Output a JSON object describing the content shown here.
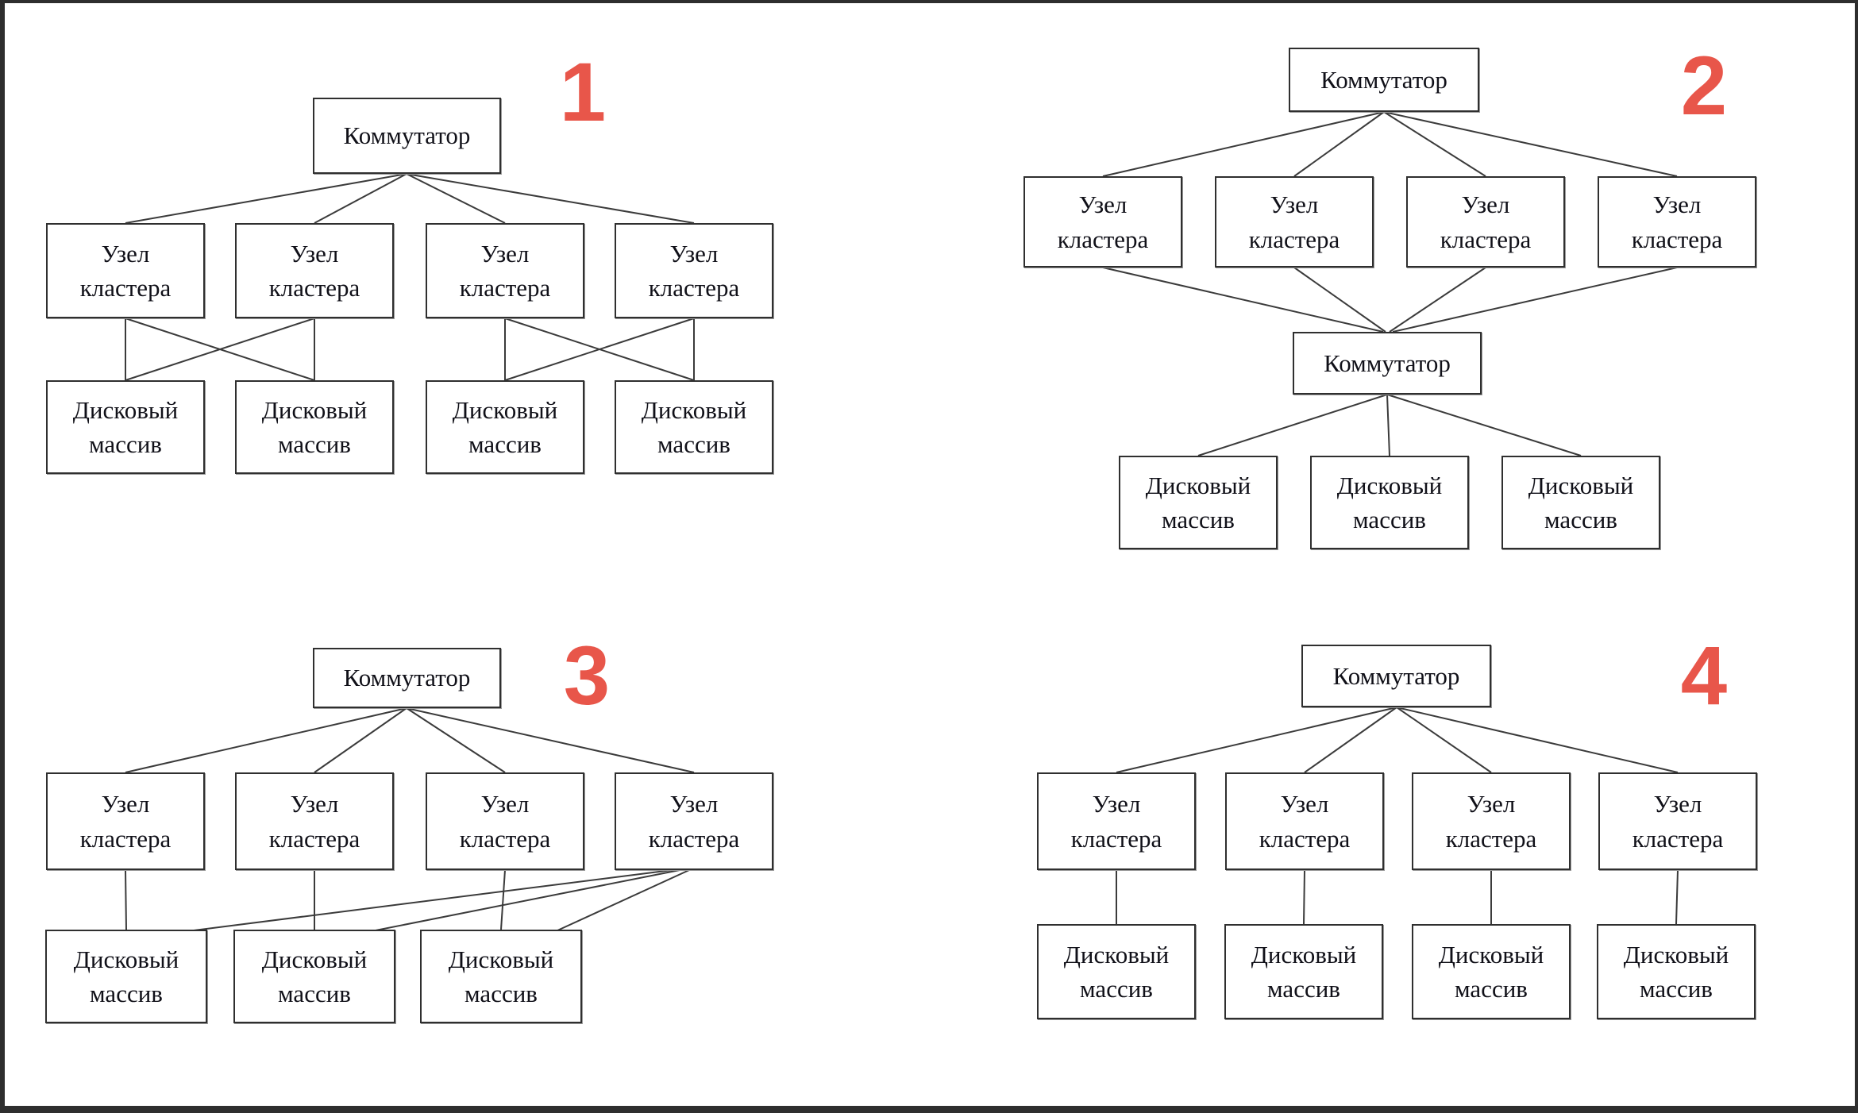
{
  "page": {
    "background": "#ffffff",
    "frame_color": "#2e2e2e"
  },
  "styles": {
    "accent_red": "#e8564a",
    "box_border": "#2f2f2f",
    "line_color": "#3b3b3b",
    "text_color": "#101018"
  },
  "labels": {
    "switch": "Коммутатор",
    "cluster_node": "Узел\nкластера",
    "disk_array": "Дисковый\nмассив"
  },
  "diagrams": [
    {
      "number": "1",
      "switches": [
        {
          "id": "sw",
          "label": "Коммутатор"
        }
      ],
      "nodes": [
        {
          "id": "n1",
          "label": "Узел\nкластера"
        },
        {
          "id": "n2",
          "label": "Узел\nкластера"
        },
        {
          "id": "n3",
          "label": "Узел\nкластера"
        },
        {
          "id": "n4",
          "label": "Узел\nкластера"
        }
      ],
      "disks": [
        {
          "id": "a1",
          "label": "Дисковый\nмассив"
        },
        {
          "id": "a2",
          "label": "Дисковый\nмассив"
        },
        {
          "id": "a3",
          "label": "Дисковый\nмассив"
        },
        {
          "id": "a4",
          "label": "Дисковый\nмассив"
        }
      ],
      "edges": [
        [
          "sw",
          "n1"
        ],
        [
          "sw",
          "n2"
        ],
        [
          "sw",
          "n3"
        ],
        [
          "sw",
          "n4"
        ],
        [
          "n1",
          "a1"
        ],
        [
          "n1",
          "a2"
        ],
        [
          "n2",
          "a2"
        ],
        [
          "n2",
          "a1"
        ],
        [
          "n3",
          "a3"
        ],
        [
          "n3",
          "a4"
        ],
        [
          "n4",
          "a4"
        ],
        [
          "n4",
          "a3"
        ]
      ]
    },
    {
      "number": "2",
      "switches": [
        {
          "id": "sw1",
          "label": "Коммутатор"
        },
        {
          "id": "sw2",
          "label": "Коммутатор"
        }
      ],
      "nodes": [
        {
          "id": "n1",
          "label": "Узел\nкластера"
        },
        {
          "id": "n2",
          "label": "Узел\nкластера"
        },
        {
          "id": "n3",
          "label": "Узел\nкластера"
        },
        {
          "id": "n4",
          "label": "Узел\nкластера"
        }
      ],
      "disks": [
        {
          "id": "a1",
          "label": "Дисковый\nмассив"
        },
        {
          "id": "a2",
          "label": "Дисковый\nмассив"
        },
        {
          "id": "a3",
          "label": "Дисковый\nмассив"
        }
      ],
      "edges": [
        [
          "sw1",
          "n1"
        ],
        [
          "sw1",
          "n2"
        ],
        [
          "sw1",
          "n3"
        ],
        [
          "sw1",
          "n4"
        ],
        [
          "n1",
          "sw2"
        ],
        [
          "n2",
          "sw2"
        ],
        [
          "n3",
          "sw2"
        ],
        [
          "n4",
          "sw2"
        ],
        [
          "sw2",
          "a1"
        ],
        [
          "sw2",
          "a2"
        ],
        [
          "sw2",
          "a3"
        ]
      ]
    },
    {
      "number": "3",
      "switches": [
        {
          "id": "sw",
          "label": "Коммутатор"
        }
      ],
      "nodes": [
        {
          "id": "n1",
          "label": "Узел\nкластера"
        },
        {
          "id": "n2",
          "label": "Узел\nкластера"
        },
        {
          "id": "n3",
          "label": "Узел\nкластера"
        },
        {
          "id": "n4",
          "label": "Узел\nкластера"
        }
      ],
      "disks": [
        {
          "id": "a1",
          "label": "Дисковый\nмассив"
        },
        {
          "id": "a2",
          "label": "Дисковый\nмассив"
        },
        {
          "id": "a3",
          "label": "Дисковый\nмассив"
        }
      ],
      "edges": [
        [
          "sw",
          "n1"
        ],
        [
          "sw",
          "n2"
        ],
        [
          "sw",
          "n3"
        ],
        [
          "sw",
          "n4"
        ],
        [
          "n1",
          "a1"
        ],
        [
          "n2",
          "a2"
        ],
        [
          "n3",
          "a3"
        ],
        [
          "n4",
          "a1"
        ],
        [
          "n4",
          "a2"
        ],
        [
          "n4",
          "a3"
        ]
      ]
    },
    {
      "number": "4",
      "switches": [
        {
          "id": "sw",
          "label": "Коммутатор"
        }
      ],
      "nodes": [
        {
          "id": "n1",
          "label": "Узел\nкластера"
        },
        {
          "id": "n2",
          "label": "Узел\nкластера"
        },
        {
          "id": "n3",
          "label": "Узел\nкластера"
        },
        {
          "id": "n4",
          "label": "Узел\nкластера"
        }
      ],
      "disks": [
        {
          "id": "a1",
          "label": "Дисковый\nмассив"
        },
        {
          "id": "a2",
          "label": "Дисковый\nмассив"
        },
        {
          "id": "a3",
          "label": "Дисковый\nмассив"
        },
        {
          "id": "a4",
          "label": "Дисковый\nмассив"
        }
      ],
      "edges": [
        [
          "sw",
          "n1"
        ],
        [
          "sw",
          "n2"
        ],
        [
          "sw",
          "n3"
        ],
        [
          "sw",
          "n4"
        ],
        [
          "n1",
          "a1"
        ],
        [
          "n2",
          "a2"
        ],
        [
          "n3",
          "a3"
        ],
        [
          "n4",
          "a4"
        ]
      ]
    }
  ]
}
